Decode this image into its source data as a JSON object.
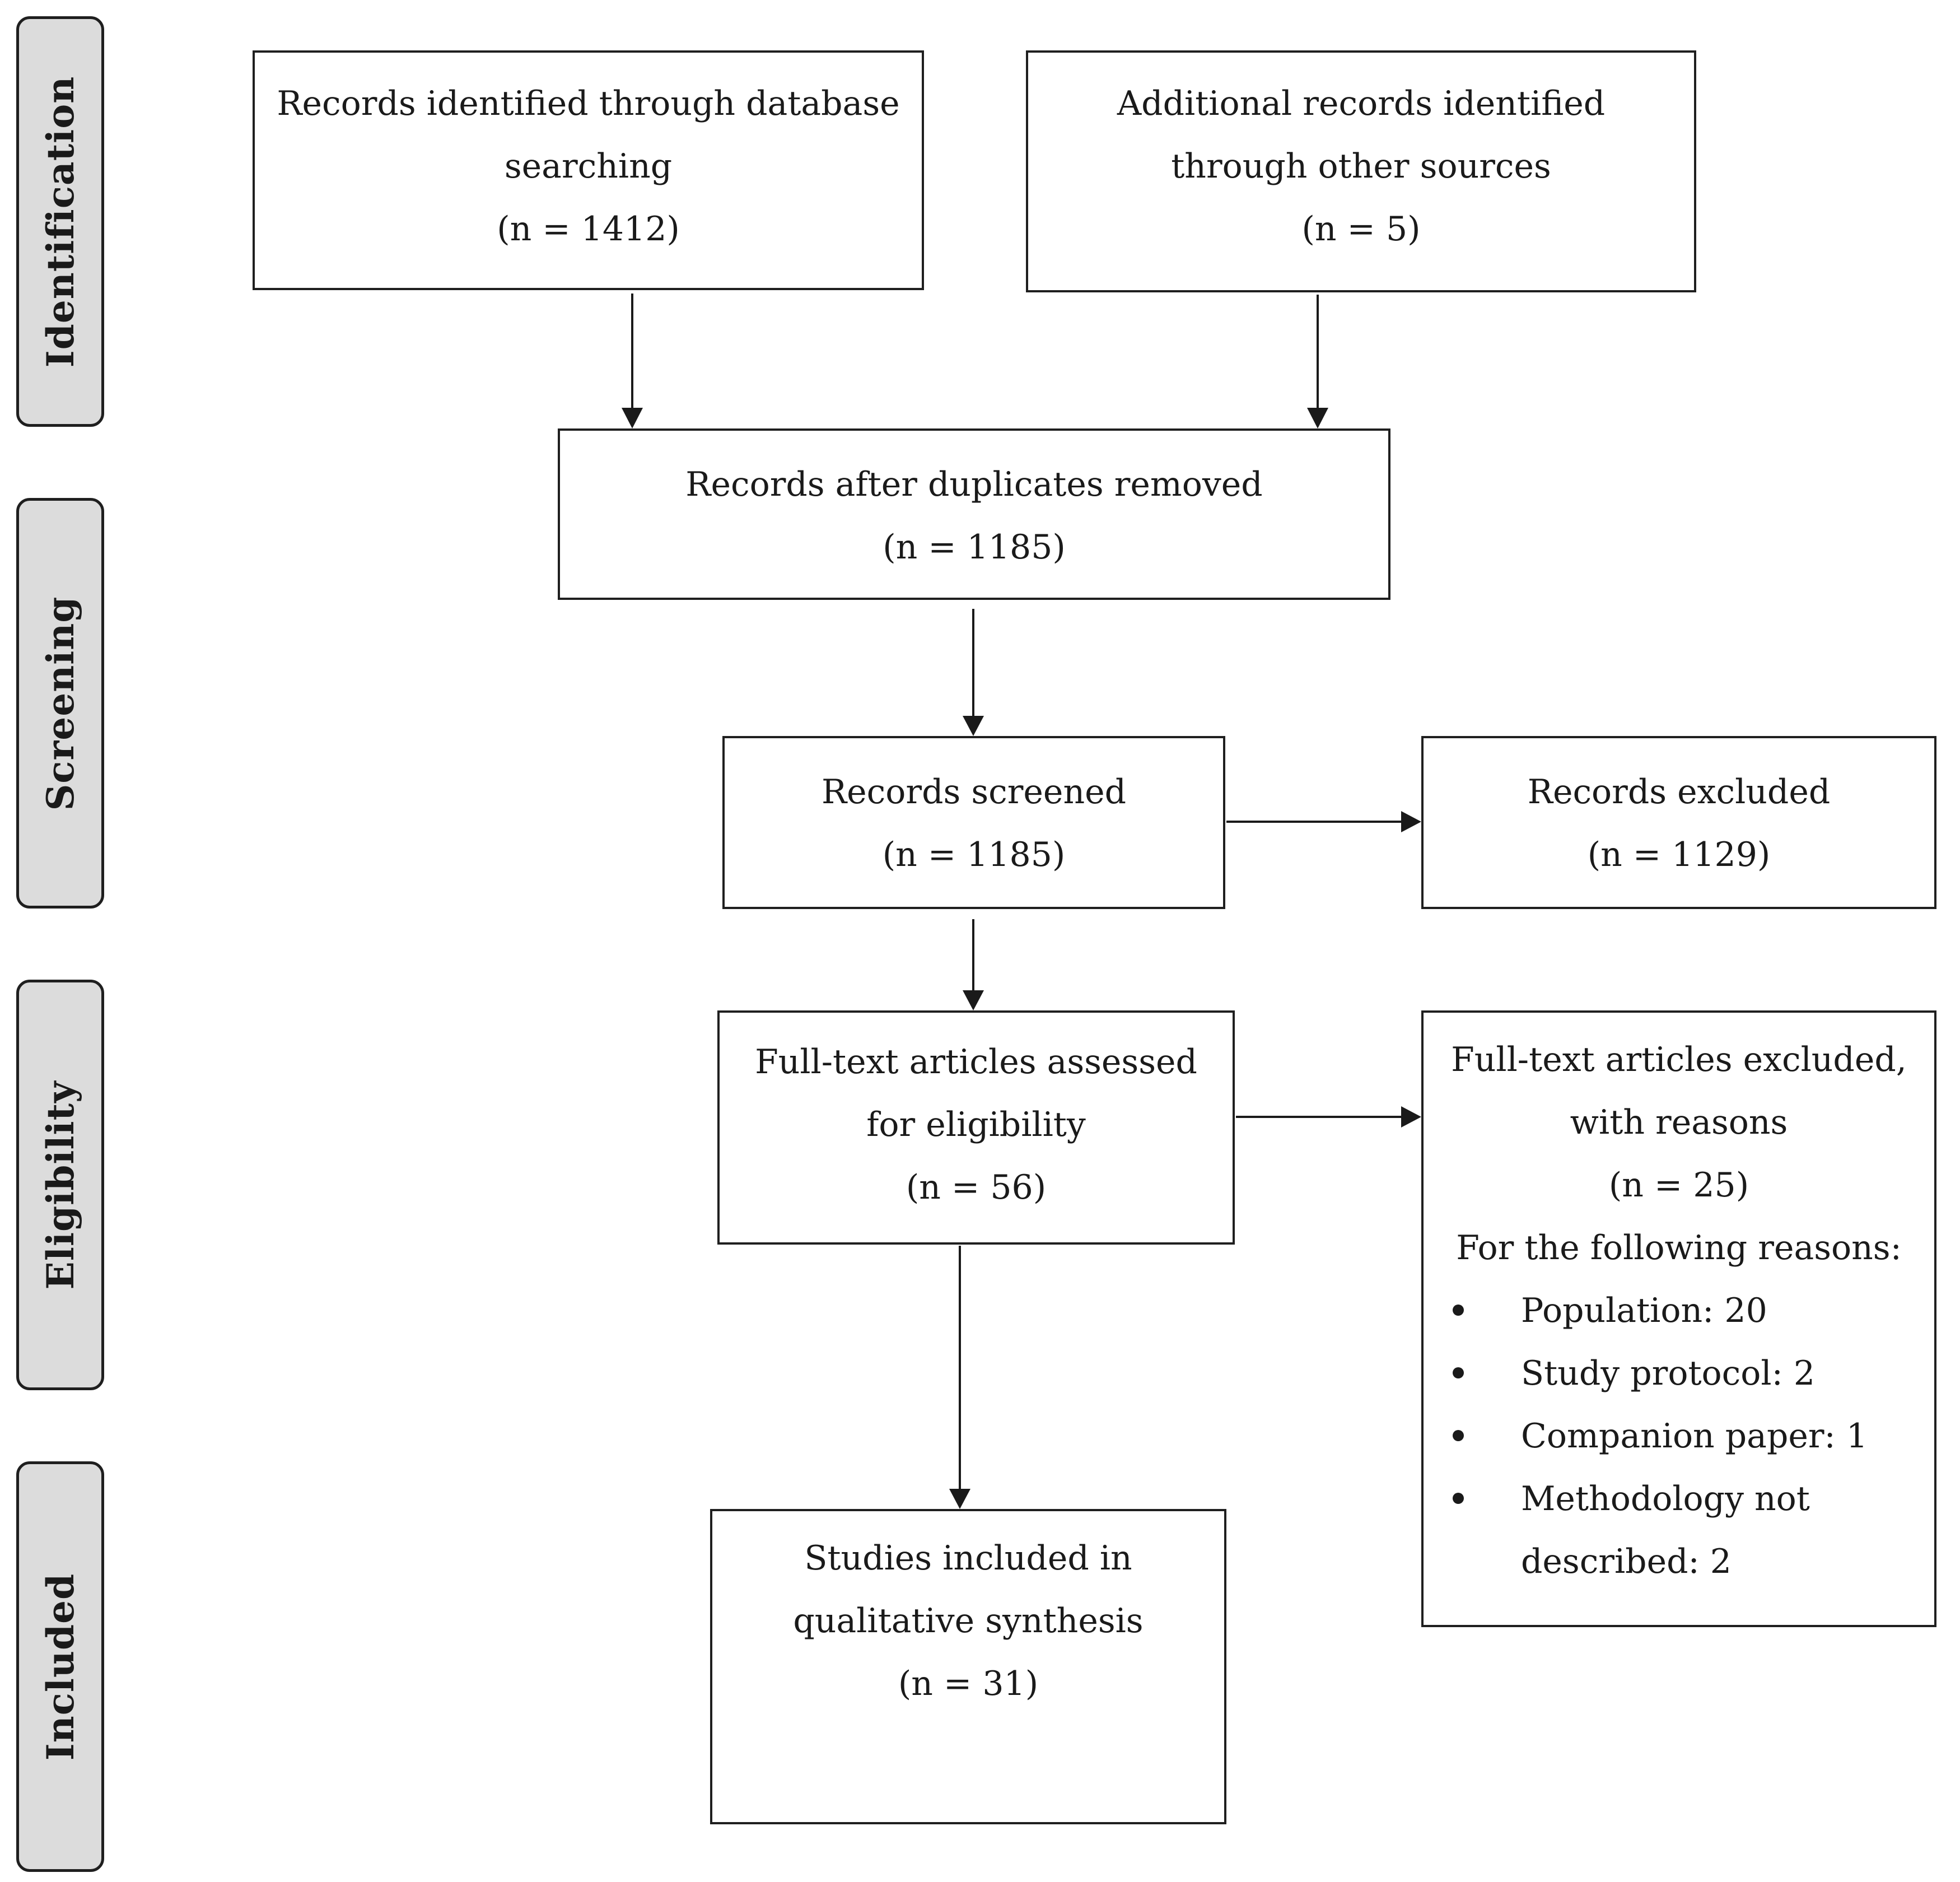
{
  "stages": [
    {
      "id": "identification",
      "label": "Identification"
    },
    {
      "id": "screening",
      "label": "Screening"
    },
    {
      "id": "eligibility",
      "label": "Eligibility"
    },
    {
      "id": "included",
      "label": "Included"
    }
  ],
  "boxes": {
    "database": {
      "lines": [
        "Records identified through database",
        "searching",
        "(n = 1412)"
      ]
    },
    "other_sources": {
      "lines": [
        "Additional records identified",
        "through other sources",
        "(n = 5)"
      ]
    },
    "deduplicated": {
      "lines": [
        "Records after duplicates removed",
        "(n = 1185)"
      ]
    },
    "screened": {
      "lines": [
        "Records screened",
        "(n = 1185)"
      ]
    },
    "excluded": {
      "lines": [
        "Records excluded",
        "(n = 1129)"
      ]
    },
    "fulltext_assessed": {
      "lines": [
        "Full-text articles assessed",
        "for eligibility",
        "(n = 56)"
      ]
    },
    "fulltext_excluded": {
      "lines": [
        "Full-text articles excluded,",
        "with reasons",
        "(n = 25)",
        "For the following reasons:"
      ],
      "reasons": [
        {
          "lines": [
            "Population: 20"
          ]
        },
        {
          "lines": [
            "Study protocol: 2"
          ]
        },
        {
          "lines": [
            "Companion paper: 1"
          ]
        },
        {
          "lines": [
            "Methodology not",
            "described: 2"
          ]
        }
      ]
    },
    "included": {
      "lines": [
        "Studies included in",
        "qualitative synthesis",
        "(n = 31)"
      ]
    }
  }
}
